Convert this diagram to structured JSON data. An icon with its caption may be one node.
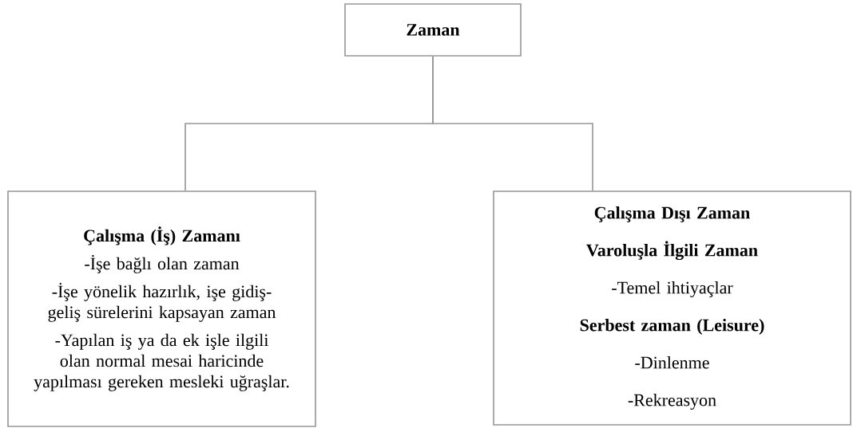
{
  "diagram": {
    "nodes": [
      {
        "text": [
          "Zaman"
        ]
      },
      {
        "text": [
          "Çalışma (İş) Zamanı",
          "-İşe bağlı olan zaman",
          "-İşe yönelik hazırlık, işe gidiş-geliş sürelerini kapsayan zaman",
          "-Yapılan iş ya da ek işle ilgili olan normal mesai haricinde yapılması gereken mesleki uğraşlar."
        ]
      },
      {
        "text": [
          "Çalışma Dışı Zaman",
          "Varoluşla İlgili Zaman",
          "-Temel ihtiyaçlar",
          "Serbest zaman (Leisure)",
          "-Dinlenme",
          "-Rekreasyon"
        ]
      }
    ],
    "edges": [
      {
        "from": 0,
        "to": 1,
        "arrow": "none"
      },
      {
        "from": 0,
        "to": 2,
        "arrow": "none"
      }
    ]
  }
}
